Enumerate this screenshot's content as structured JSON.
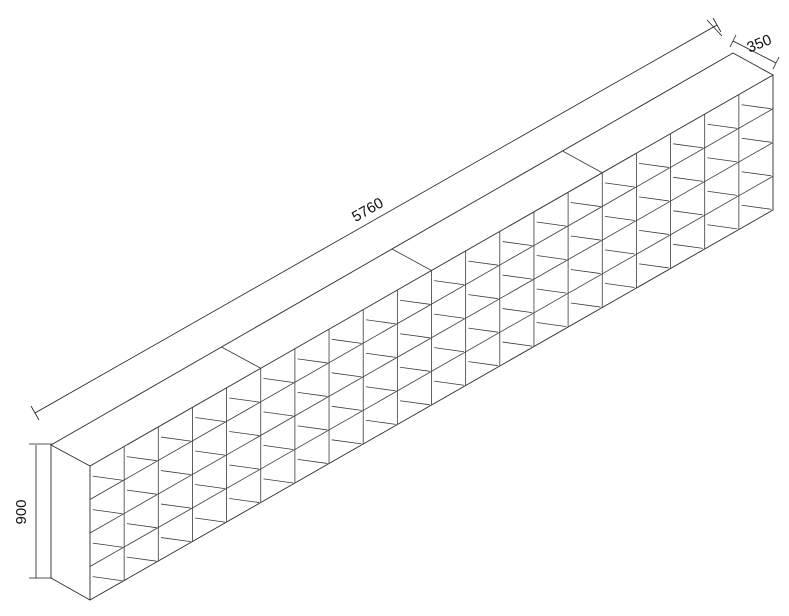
{
  "drawing": {
    "dimensions": {
      "length": "5760",
      "depth": "350",
      "height": "900"
    },
    "shelf": {
      "modules": 4,
      "columns_per_module": 5,
      "rows": 4
    }
  }
}
